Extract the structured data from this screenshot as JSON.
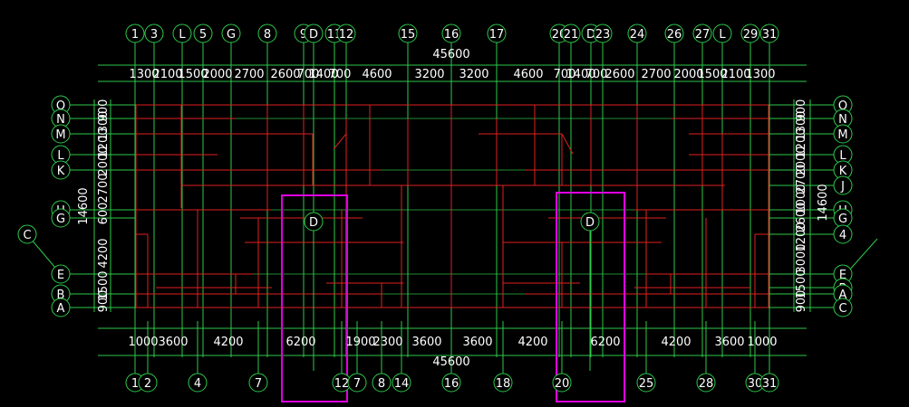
{
  "colors": {
    "background": "#000000",
    "grid": "#2ec84a",
    "walls": "#e02020",
    "highlight": "#e000e0",
    "text": "#ffffff"
  },
  "top_axes": [
    "1",
    "3",
    "L",
    "5",
    "G",
    "8",
    "9",
    "D",
    "11",
    "12",
    "15",
    "16",
    "17",
    "20",
    "21",
    "D",
    "23",
    "24",
    "26",
    "27",
    "L",
    "29",
    "31"
  ],
  "bottom_axes": [
    "1",
    "2",
    "4",
    "7",
    "12",
    "7",
    "8",
    "14",
    "16",
    "18",
    "20",
    "25",
    "28",
    "30",
    "31"
  ],
  "left_axes": [
    "Q",
    "N",
    "M",
    "L",
    "K",
    "H",
    "G",
    "E",
    "B",
    "A",
    "C"
  ],
  "right_axes": [
    "Q",
    "N",
    "M",
    "L",
    "K",
    "J",
    "H",
    "G",
    "4",
    "E",
    "B",
    "A",
    "C"
  ],
  "inner_markers": [
    "D",
    "D"
  ],
  "top_total": "45600",
  "bottom_total": "45600",
  "left_total": "14600",
  "right_total": "14600",
  "top_dims": [
    "1300",
    "2100",
    "1500",
    "2000",
    "2700",
    "2600",
    "700",
    "1400",
    "700",
    "4600",
    "3200",
    "3200",
    "4600",
    "700",
    "1400",
    "700",
    "2600",
    "2700",
    "2000",
    "1500",
    "2100",
    "1300"
  ],
  "bottom_dims": [
    "1000",
    "3600",
    "4200",
    "6200",
    "1900",
    "2300",
    "3600",
    "3600",
    "4200",
    "6200",
    "4200",
    "3600",
    "1000"
  ],
  "left_dims": [
    "900",
    "1500",
    "4200",
    "600",
    "2700",
    "2000",
    "1200",
    "1300",
    "900"
  ],
  "right_dims": [
    "900",
    "1500",
    "3000",
    "1200",
    "2600",
    "1000",
    "2700",
    "2000",
    "1200",
    "1300",
    "900"
  ]
}
